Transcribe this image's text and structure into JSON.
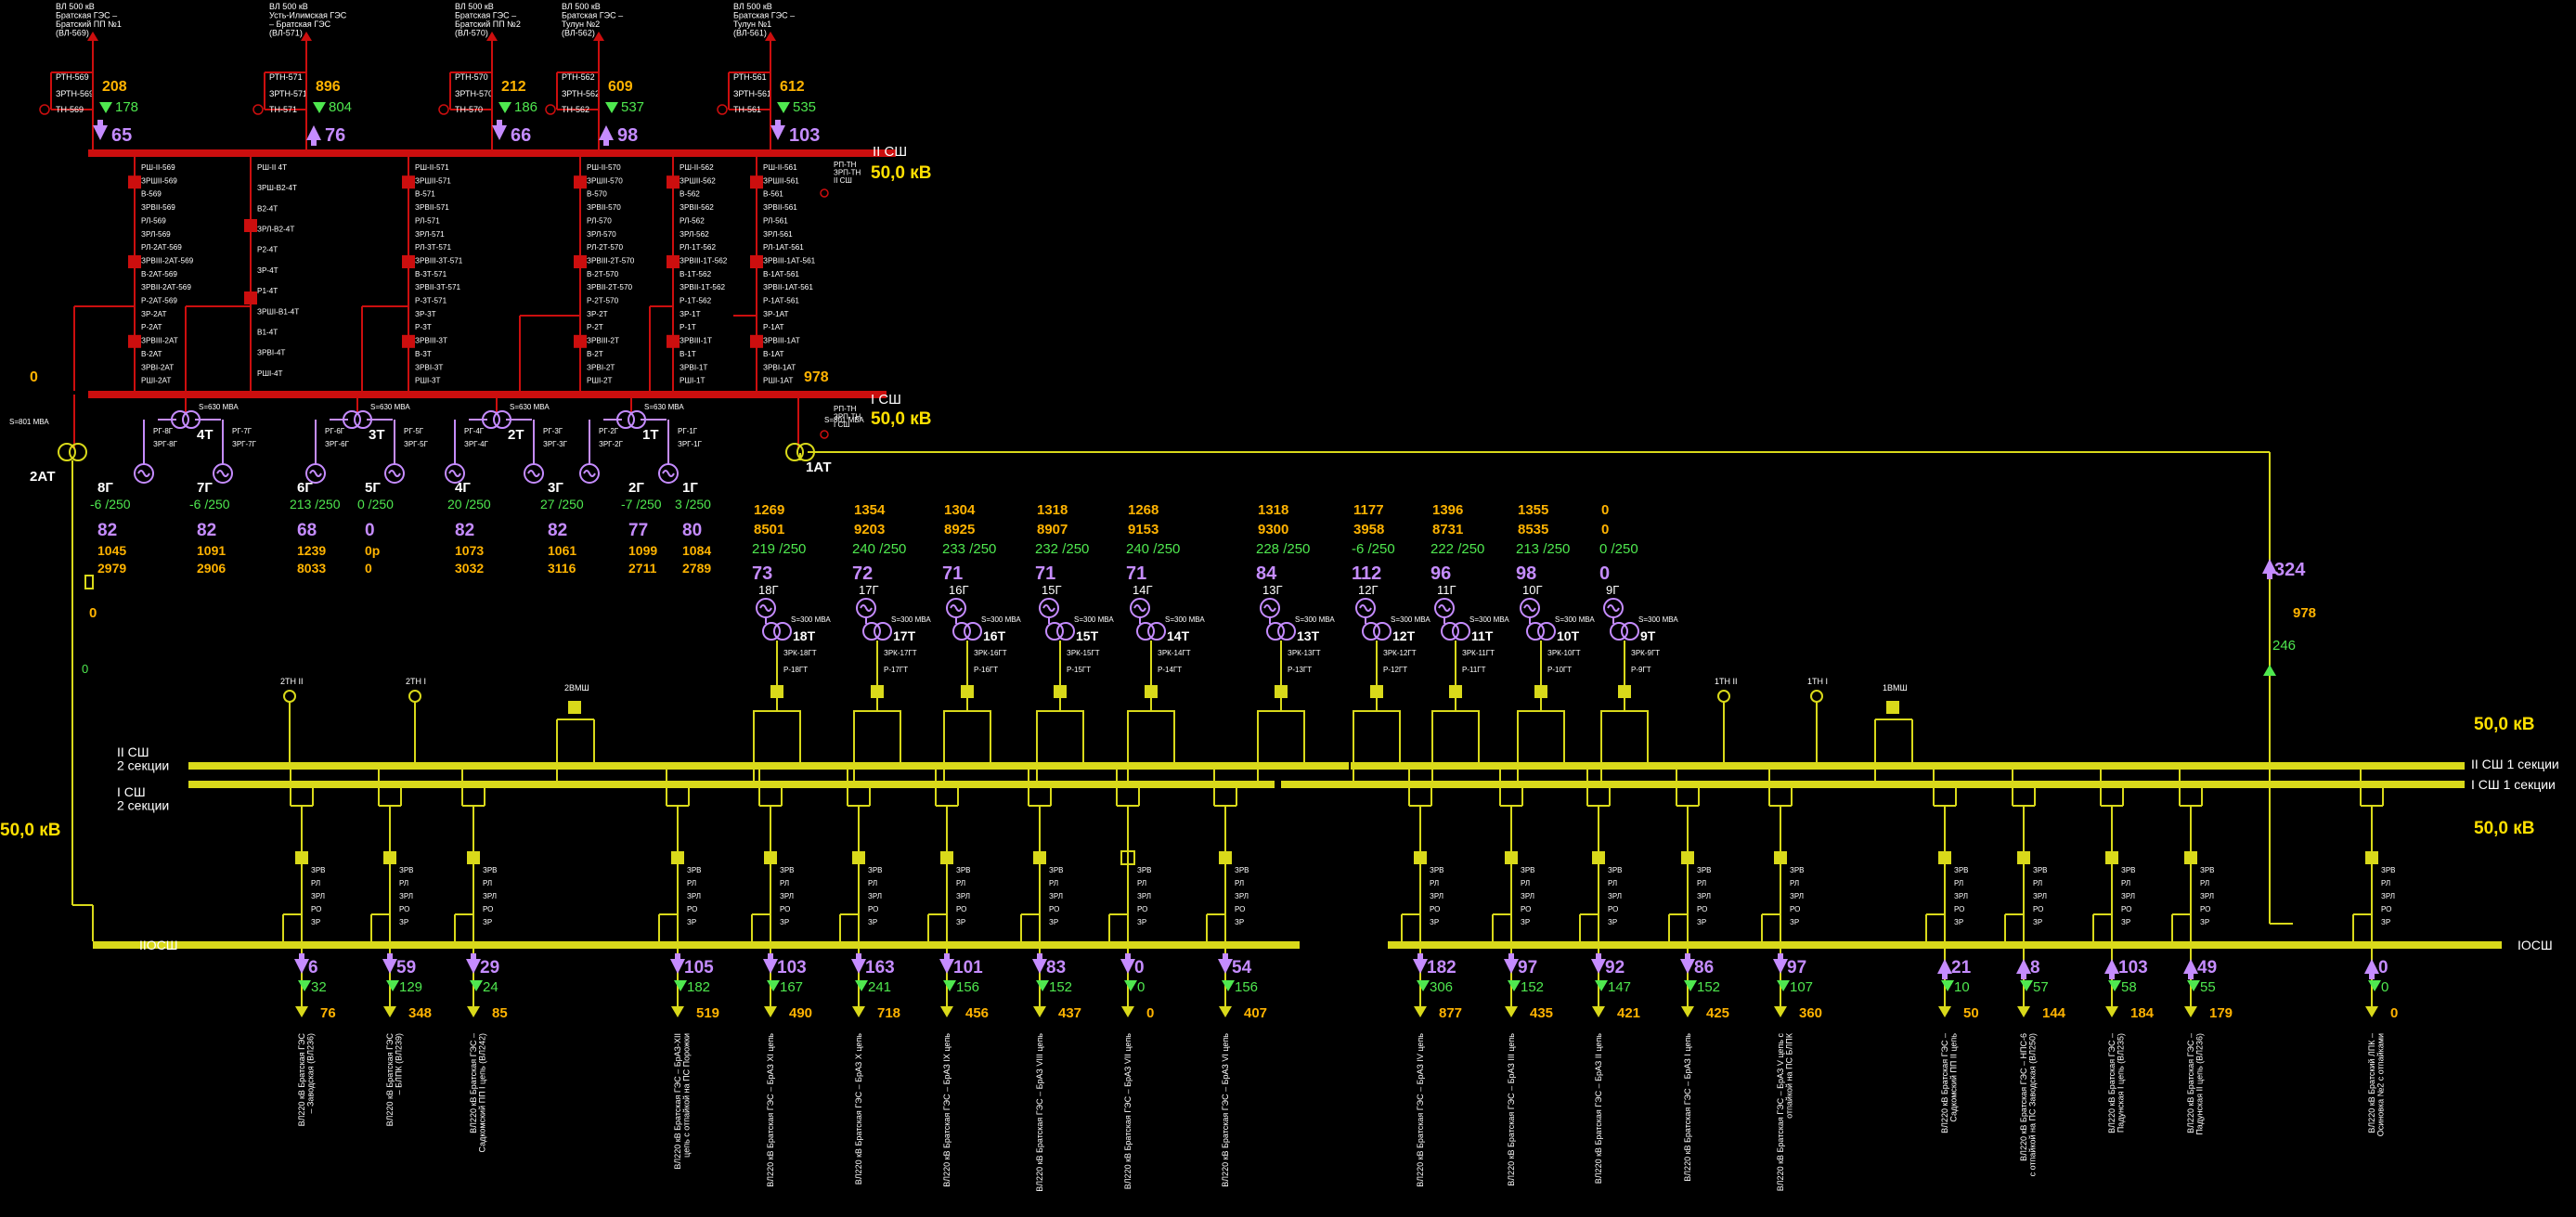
{
  "colors": {
    "red": "#cc0e0e",
    "yellow": "#d9d91a",
    "white": "#ffffff",
    "orange": "#ffb300",
    "green": "#4fe84f",
    "violet": "#c58cff",
    "bright_yellow": "#ffe000"
  },
  "voltage_500": {
    "busbar_top": "II СШ",
    "busbar_bottom": "I СШ",
    "voltage": "50,0 кВ"
  },
  "voltage_220": {
    "left": "50,0 кВ",
    "right_top": "50,0 кВ",
    "right_bottom": "50,0 кВ",
    "ii_label": "II СШ\n2 секции",
    "i_label": "I СШ\n2 секции",
    "ii_right": "II СШ 1 секции",
    "i_right": "I СШ 1 секции",
    "bypass_left": "IIОСШ",
    "bypass_right": "IОСШ"
  },
  "lines_500": [
    {
      "name": "ВЛ 500 кВ\nБратская ГЭС –\nБратский ПП №1\n(ВЛ-569)",
      "p": "208",
      "q": "178",
      "i": "65",
      "dev": [
        "РТН-569",
        "ЗРТН-569",
        "ТН-569"
      ]
    },
    {
      "name": "ВЛ 500 кВ\nУсть-Илимская ГЭС\n– Братская ГЭС\n(ВЛ-571)",
      "p": "896",
      "q": "804",
      "i": "76",
      "dev": [
        "РТН-571",
        "ЗРТН-571",
        "ТН-571"
      ]
    },
    {
      "name": "ВЛ 500 кВ\nБратская ГЭС –\nБратский ПП №2\n(ВЛ-570)",
      "p": "212",
      "q": "186",
      "i": "66",
      "dev": [
        "РТН-570",
        "ЗРТН-570",
        "ТН-570"
      ]
    },
    {
      "name": "ВЛ 500 кВ\nБратская ГЭС –\nТулун №2\n(ВЛ-562)",
      "p": "609",
      "q": "537",
      "i": "98",
      "dev": [
        "РТН-562",
        "ЗРТН-562",
        "ТН-562"
      ]
    },
    {
      "name": "ВЛ 500 кВ\nБратская ГЭС –\nТулун №1\n(ВЛ-561)",
      "p": "612",
      "q": "535",
      "i": "103",
      "dev": [
        "РТН-561",
        "ЗРТН-561",
        "ТН-561"
      ]
    }
  ],
  "side_500": {
    "left_val": "0",
    "right_val": "978",
    "at2": "2АТ",
    "at1": "1АТ",
    "s_left": "S=801 МВА",
    "s_right": "S=801 МВА",
    "tn_top": [
      "РП-ТН",
      "ЗРП-ТН",
      "II СШ"
    ],
    "tn_bot": [
      "РП-ТН",
      "ЗРП-ТН",
      "I СШ"
    ],
    "at2_val": "0",
    "at1_val_top": "324",
    "at1_val_mid": "246",
    "at1_val_right": "978"
  },
  "blocks_500": [
    {
      "t": "4Т",
      "s": "S=630 МВА",
      "g1": "8Г",
      "g2": "7Г",
      "r1": [
        "РГ-8Г",
        "ЗРГ-8Г"
      ],
      "r2": [
        "РГ-7Г",
        "ЗРГ-7Г"
      ]
    },
    {
      "t": "3Т",
      "s": "S=630 МВА",
      "g1": "6Г",
      "g2": "5Г",
      "r1": [
        "РГ-6Г",
        "ЗРГ-6Г"
      ],
      "r2": [
        "РГ-5Г",
        "ЗРГ-5Г"
      ]
    },
    {
      "t": "2Т",
      "s": "S=630 МВА",
      "g1": "4Г",
      "g2": "3Г",
      "r1": [
        "РГ-4Г",
        "ЗРГ-4Г"
      ],
      "r2": [
        "РГ-3Г",
        "ЗРГ-3Г"
      ]
    },
    {
      "t": "1Т",
      "s": "S=630 МВА",
      "g1": "2Г",
      "g2": "1Г",
      "r1": [
        "РГ-2Г",
        "ЗРГ-2Г"
      ],
      "r2": [
        "РГ-1Г",
        "ЗРГ-1Г"
      ]
    }
  ],
  "gens_500": [
    {
      "name": "8Г",
      "q": "-6 /250",
      "i": "82",
      "p": "1045",
      "s": "2979"
    },
    {
      "name": "7Г",
      "q": "-6 /250",
      "i": "82",
      "p": "1091",
      "s": "2906"
    },
    {
      "name": "6Г",
      "q": "213 /250",
      "i": "68",
      "p": "1239",
      "s": "8033"
    },
    {
      "name": "5Г",
      "q": "0 /250",
      "i": "0",
      "p": "0р",
      "s": "0"
    },
    {
      "name": "4Г",
      "q": "20 /250",
      "i": "82",
      "p": "1073",
      "s": "3032"
    },
    {
      "name": "3Г",
      "q": "27 /250",
      "i": "82",
      "p": "1061",
      "s": "3116"
    },
    {
      "name": "2Г",
      "q": "-7 /250",
      "i": "77",
      "p": "1099",
      "s": "2711"
    },
    {
      "name": "1Г",
      "q": "3 /250",
      "i": "80",
      "p": "1084",
      "s": "2789"
    }
  ],
  "gens_220": [
    {
      "name": "18Г",
      "t": "18Т",
      "p": "1269",
      "s": "8501",
      "q": "219 /250",
      "i": "73"
    },
    {
      "name": "17Г",
      "t": "17Т",
      "p": "1354",
      "s": "9203",
      "q": "240 /250",
      "i": "72"
    },
    {
      "name": "16Г",
      "t": "16Т",
      "p": "1304",
      "s": "8925",
      "q": "233 /250",
      "i": "71"
    },
    {
      "name": "15Г",
      "t": "15Т",
      "p": "1318",
      "s": "8907",
      "q": "232 /250",
      "i": "71"
    },
    {
      "name": "14Г",
      "t": "14Т",
      "p": "1268",
      "s": "9153",
      "q": "240 /250",
      "i": "71"
    },
    {
      "name": "13Г",
      "t": "13Т",
      "p": "1318",
      "s": "9300",
      "q": "228 /250",
      "i": "84"
    },
    {
      "name": "12Г",
      "t": "12Т",
      "p": "1177",
      "s": "3958",
      "q": "-6 /250",
      "i": "112"
    },
    {
      "name": "11Г",
      "t": "11Т",
      "p": "1396",
      "s": "8731",
      "q": "222 /250",
      "i": "96"
    },
    {
      "name": "10Г",
      "t": "10Т",
      "p": "1355",
      "s": "8535",
      "q": "213 /250",
      "i": "98"
    },
    {
      "name": "9Г",
      "t": "9Т",
      "p": "0",
      "s": "0",
      "q": "0 /250",
      "i": "0"
    }
  ],
  "t220_smva": "S=300 МВА",
  "misc_220": {
    "tn_2thii": "2ТН II",
    "tn_2thi": "2ТН I",
    "tn_1thii": "1ТН II",
    "tn_1thi": "1ТН I",
    "v2": "2ВМШ",
    "v1": "1ВМШ"
  },
  "lines_220": [
    {
      "name": "ВЛ220 кВ Братская ГЭС\n– Заводская (ВЛ236)",
      "q": "6",
      "p": "32",
      "i": "76"
    },
    {
      "name": "ВЛ220 кВ Братская ГЭС\n– БЛПК (ВЛ239)",
      "q": "59",
      "p": "129",
      "i": "348"
    },
    {
      "name": "ВЛ220 кВ Братская ГЭС –\nСадкомский ПП I цепь (ВЛ242)",
      "q": "29",
      "p": "24",
      "i": "85"
    },
    {
      "name": "ВЛ220 кВ Братская ГЭС – БрАЗ-XII\nцепь с отпайкой на ПС Порожки",
      "q": "105",
      "p": "182",
      "i": "519"
    },
    {
      "name": "ВЛ220 кВ Братская ГЭС – БрАЗ XI цепь",
      "q": "103",
      "p": "167",
      "i": "490"
    },
    {
      "name": "ВЛ220 кВ Братская ГЭС – БрАЗ X цепь",
      "q": "163",
      "p": "241",
      "i": "718"
    },
    {
      "name": "ВЛ220 кВ Братская ГЭС – БрАЗ IX цепь",
      "q": "101",
      "p": "156",
      "i": "456"
    },
    {
      "name": "ВЛ220 кВ Братская ГЭС – БрАЗ VIII цепь",
      "q": "83",
      "p": "152",
      "i": "437"
    },
    {
      "name": "ВЛ220 кВ Братская ГЭС – БрАЗ VII цепь",
      "q": "0",
      "p": "0",
      "i": "0"
    },
    {
      "name": "ВЛ220 кВ Братская ГЭС – БрАЗ VI цепь",
      "q": "54",
      "p": "156",
      "i": "407"
    },
    {
      "name": "ВЛ220 кВ Братская ГЭС – БрАЗ IV цепь",
      "q": "182",
      "p": "306",
      "i": "877"
    },
    {
      "name": "ВЛ220 кВ Братская ГЭС – БрАЗ III цепь",
      "q": "97",
      "p": "152",
      "i": "435"
    },
    {
      "name": "ВЛ220 кВ Братская ГЭС – БрАЗ II цепь",
      "q": "92",
      "p": "147",
      "i": "421"
    },
    {
      "name": "ВЛ220 кВ Братская ГЭС – БрАЗ I цепь",
      "q": "86",
      "p": "152",
      "i": "425"
    },
    {
      "name": "ВЛ220 кВ Братская ГЭС – БрАЗ V цепь с\nотпайкой на ПС БЛПК",
      "q": "97",
      "p": "107",
      "i": "360"
    },
    {
      "name": "ВЛ220 кВ Братская ГЭС –\nСадкомский ПП II цепь",
      "q": "21",
      "p": "10",
      "i": "50"
    },
    {
      "name": "ВЛ220 кВ Братская ГЭС – НПС-6\nс отпайкой на ПС Заводская (ВЛ250)",
      "q": "8",
      "p": "57",
      "i": "144"
    },
    {
      "name": "ВЛ220 кВ Братская ГЭС –\nПадунская I цепь (ВЛ235)",
      "q": "103",
      "p": "58",
      "i": "184"
    },
    {
      "name": "ВЛ220 кВ Братская ГЭС –\nПадунская II цепь (ВЛ236)",
      "q": "49",
      "p": "55",
      "i": "179"
    },
    {
      "name": "ВЛ220 кВ Братский ЛПК –\nОсиновка №2 с отпайками",
      "q": "0",
      "p": "0",
      "i": "0"
    }
  ]
}
